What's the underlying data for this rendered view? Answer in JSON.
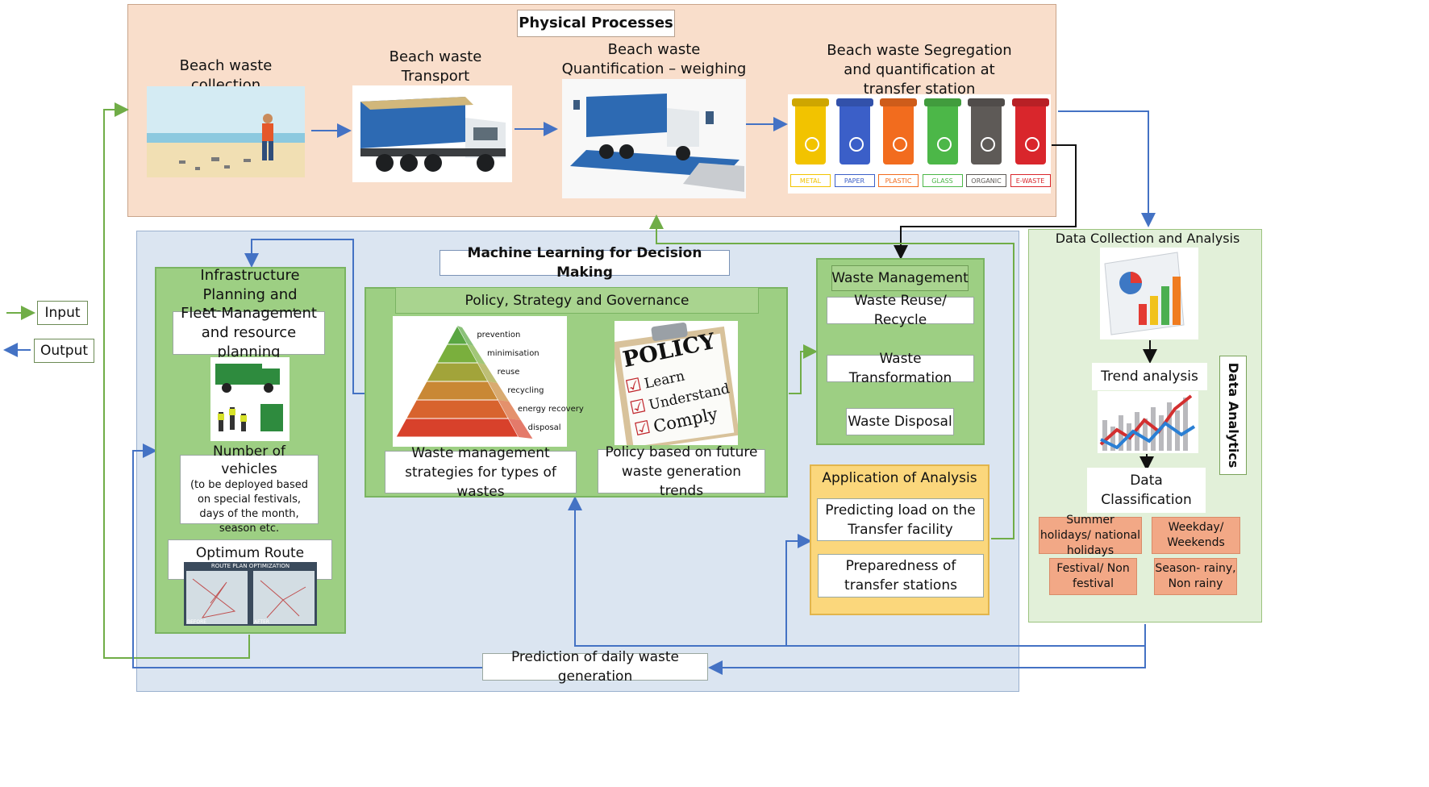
{
  "physical": {
    "title": "Physical Processes",
    "collection": "Beach waste collection",
    "transport": "Beach waste Transport",
    "quantification": "Beach waste Quantification – weighing at transfer station",
    "segregation": "Beach waste Segregation and quantification at transfer station",
    "bins": [
      {
        "label": "METAL",
        "color": "#f2c300"
      },
      {
        "label": "PAPER",
        "color": "#3b5fc8"
      },
      {
        "label": "PLASTIC",
        "color": "#f26c1e"
      },
      {
        "label": "GLASS",
        "color": "#4cb748"
      },
      {
        "label": "ORGANIC",
        "color": "#5e5a57"
      },
      {
        "label": "E-WASTE",
        "color": "#d9262c"
      }
    ]
  },
  "legend": {
    "input": "Input",
    "output": "Output"
  },
  "ml": {
    "title": "Machine Learning for Decision Making"
  },
  "infra": {
    "title": "Infrastructure Planning and Management",
    "fleet": "Fleet Management and resource planning",
    "vehicles_title": "Number of vehicles",
    "vehicles_note": "(to be deployed based on special festivals, days of the month, season etc.",
    "route": "Optimum Route planning",
    "route_map_title": "ROUTE PLAN OPTIMIZATION",
    "route_before": "BEFORE",
    "route_after": "AFTER"
  },
  "policy": {
    "title": "Policy, Strategy and Governance",
    "pyramid_levels": [
      "prevention",
      "minimisation",
      "reuse",
      "recycling",
      "energy recovery",
      "disposal"
    ],
    "board_title": "POLICY",
    "board_items": [
      "Learn",
      "Understand",
      "Comply"
    ],
    "strategies": "Waste management strategies for types of wastes",
    "future": "Policy based on future waste generation trends"
  },
  "wm": {
    "title": "Waste Management",
    "reuse": "Waste Reuse/ Recycle",
    "transform": "Waste Transformation",
    "disposal": "Waste Disposal"
  },
  "app": {
    "title": "Application of Analysis",
    "predict": "Predicting load on the Transfer facility",
    "prepare": "Preparedness of transfer stations"
  },
  "dca": {
    "title": "Data Collection and Analysis",
    "trend": "Trend analysis",
    "classification": "Data Classification",
    "side": "Data Analytics",
    "classes": [
      "Summer holidays/ national holidays",
      "Weekday/ Weekends",
      "Festival/ Non festival",
      "Season- rainy, Non rainy"
    ]
  },
  "prediction": "Prediction of daily waste generation",
  "colors": {
    "physical_bg": "#f9decb",
    "ml_bg": "#dbe5f1",
    "green": "#9dcf83",
    "yellow": "#fbd77c",
    "arrow_blue": "#4472c4",
    "arrow_green": "#70ad47"
  }
}
